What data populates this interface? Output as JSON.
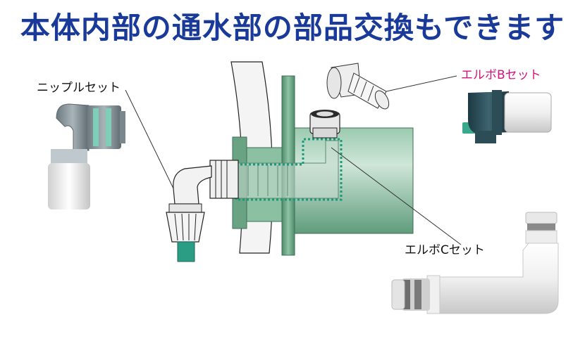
{
  "headline": "本体内部の通水部の部品交換もできます",
  "labels": {
    "nipple_set": "ニップルセット",
    "elbow_b_set": "エルボBセット",
    "elbow_c_set": "エルボCセット"
  },
  "colors": {
    "headline": "#1a3a9a",
    "accent_pink": "#d6127a",
    "body_green": "#7fb89a",
    "hose_teal": "#2a9d84",
    "highlight_dotted": "#1a9a7a"
  }
}
